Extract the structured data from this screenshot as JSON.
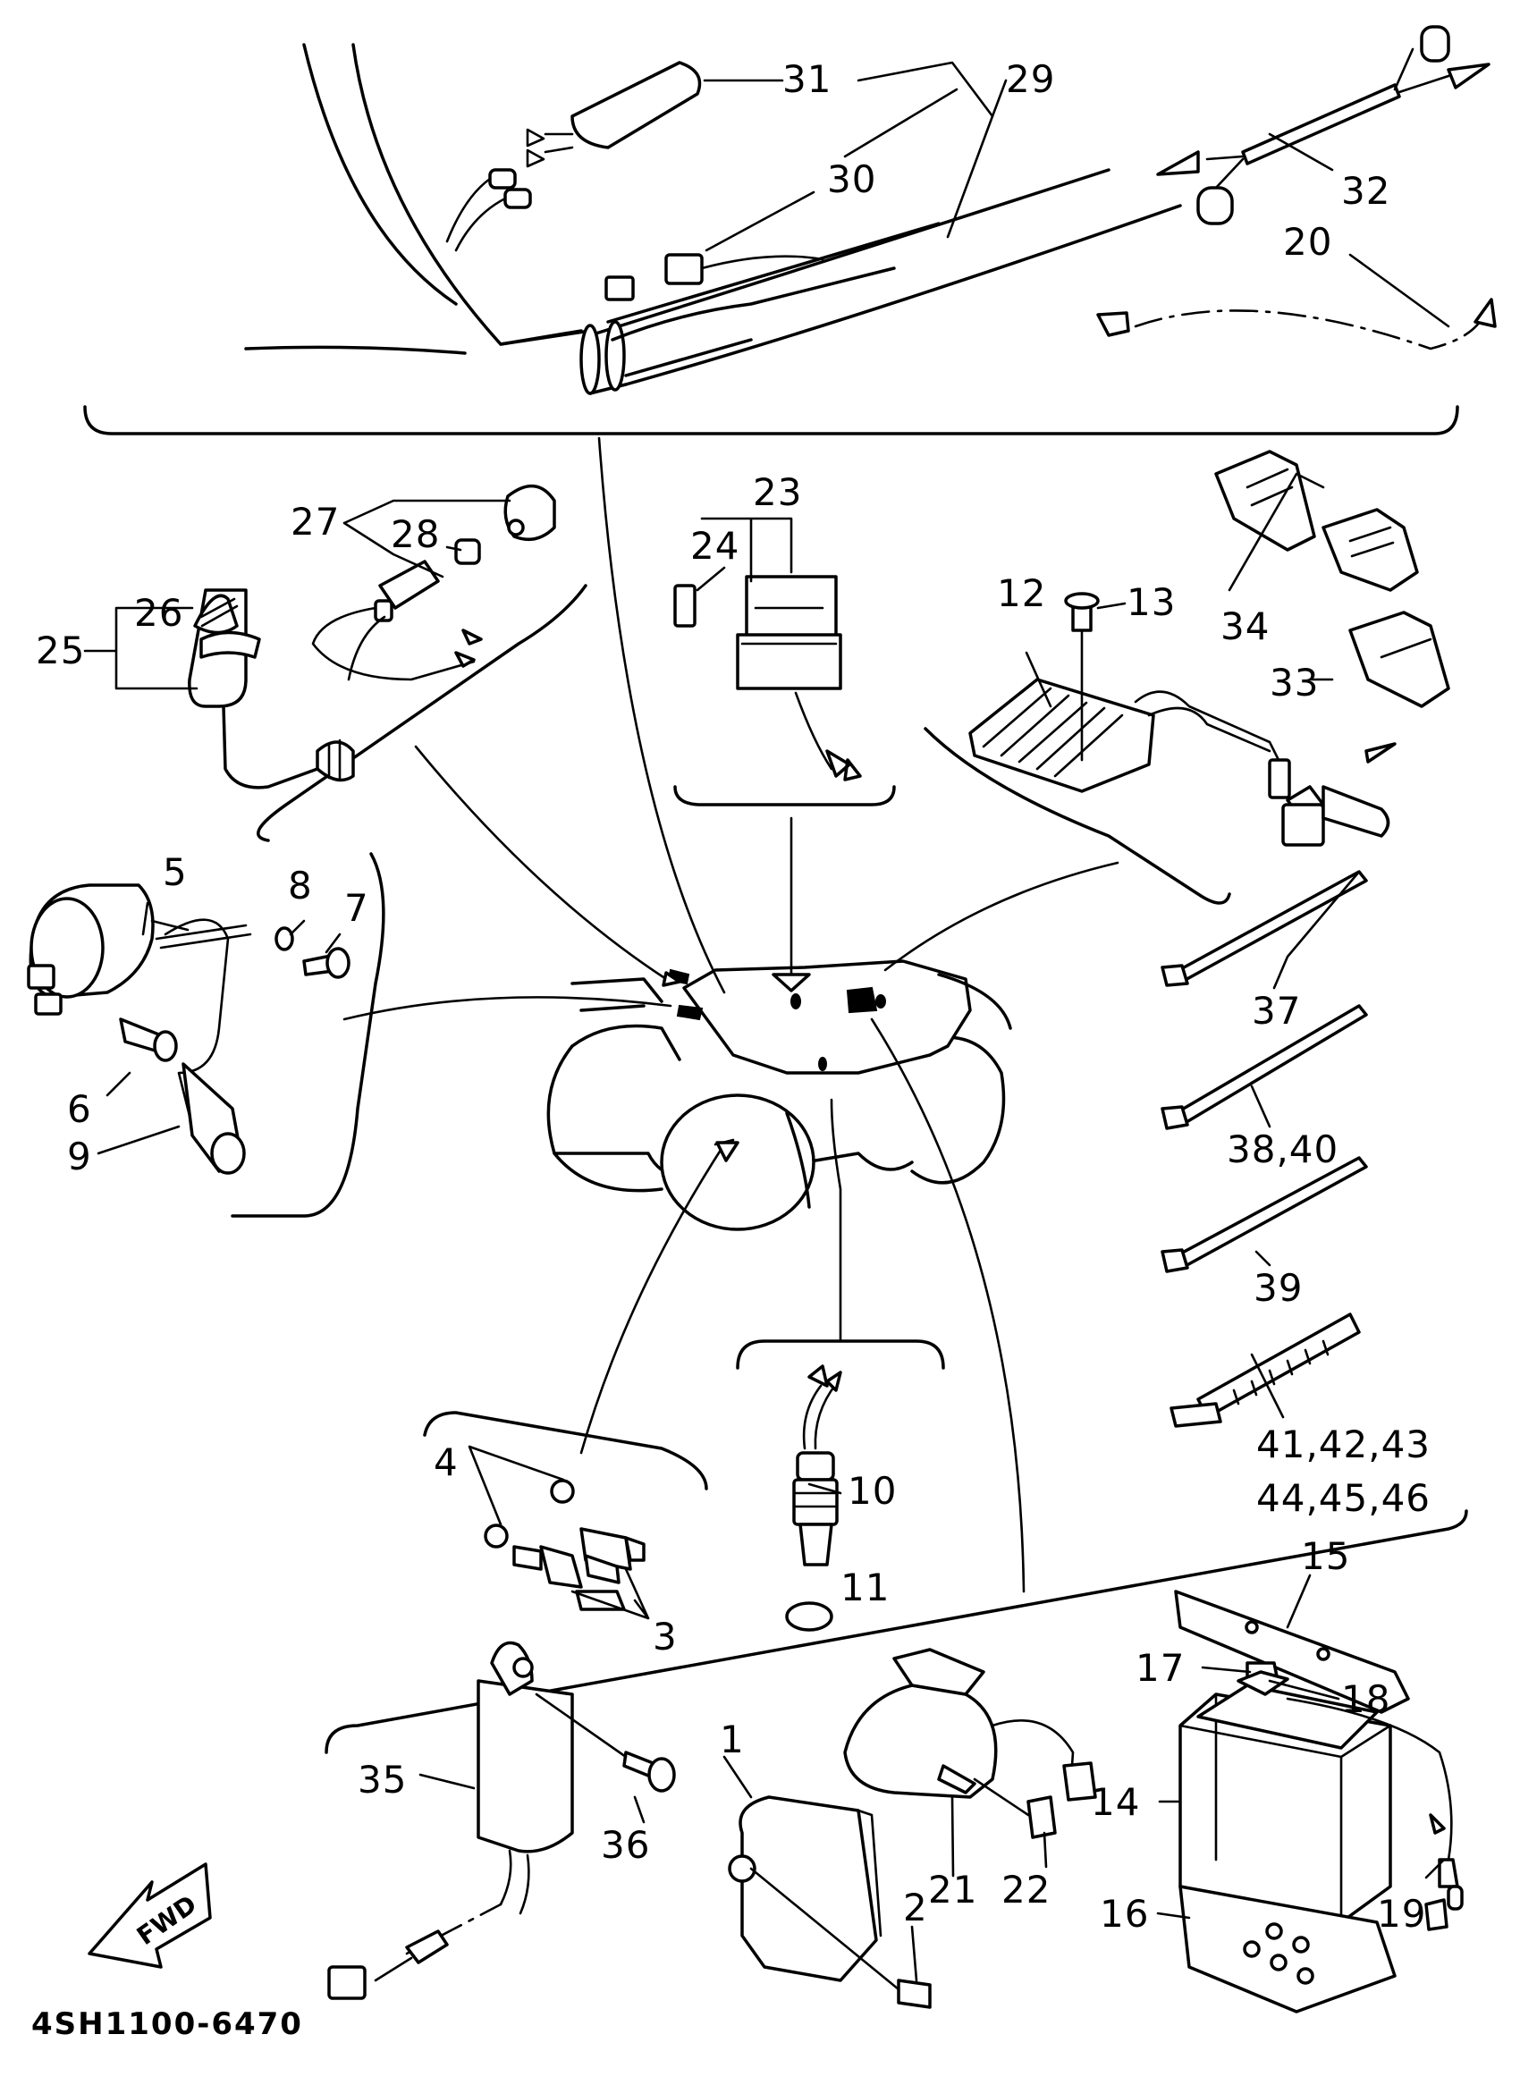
{
  "diagram_code": "4SH1100-6470",
  "direction_label": "FWD",
  "labels": {
    "l1": "1",
    "l2": "2",
    "l3": "3",
    "l4": "4",
    "l5": "5",
    "l6": "6",
    "l7": "7",
    "l8": "8",
    "l9": "9",
    "l10": "10",
    "l11": "11",
    "l12": "12",
    "l13": "13",
    "l14": "14",
    "l15": "15",
    "l16": "16",
    "l17": "17",
    "l18": "18",
    "l19": "19",
    "l20": "20",
    "l21": "21",
    "l22": "22",
    "l23": "23",
    "l24": "24",
    "l25": "25",
    "l26": "26",
    "l27": "27",
    "l28": "28",
    "l29": "29",
    "l30": "30",
    "l31": "31",
    "l32": "32",
    "l33": "33",
    "l34": "34",
    "l35": "35",
    "l36": "36",
    "l37": "37",
    "l38_40": "38,40",
    "l39": "39",
    "l41_43": "41,42,43",
    "l44_46": "44,45,46"
  }
}
